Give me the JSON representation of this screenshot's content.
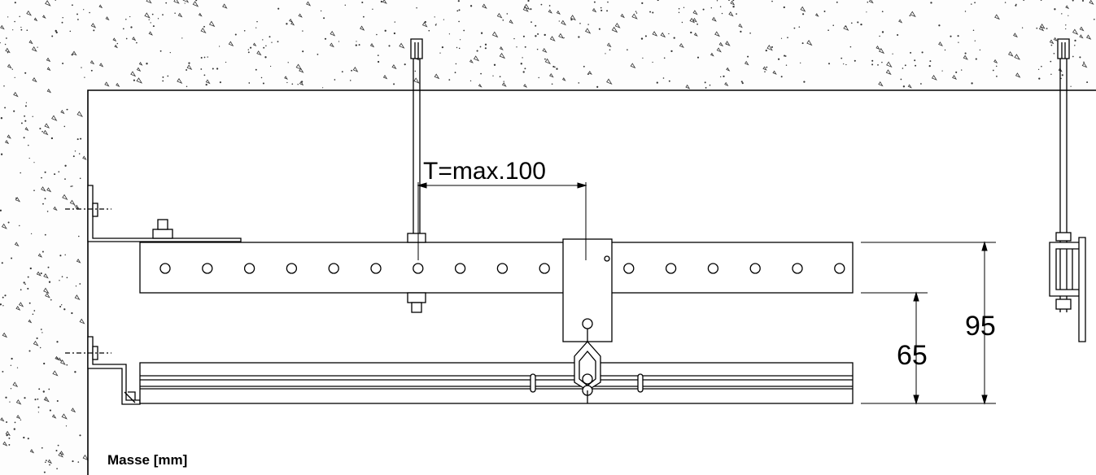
{
  "dimensions": {
    "spacing_label": "T=max.100",
    "height_small": "65",
    "height_large": "95"
  },
  "caption": "Masse [mm]"
}
